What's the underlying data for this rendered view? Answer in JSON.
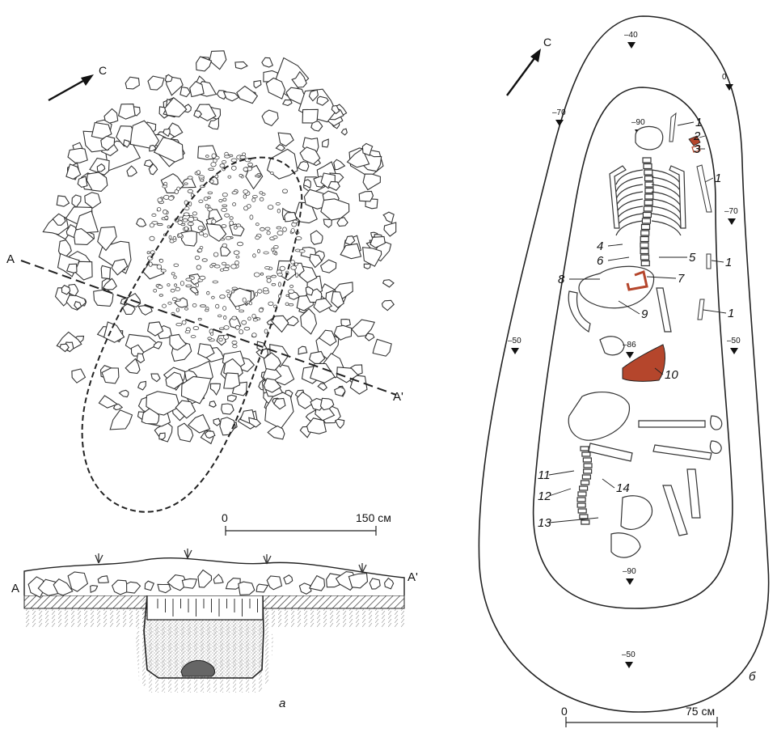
{
  "panel_a": {
    "north_label": "С",
    "section_start_label": "А",
    "section_end_label": "А'",
    "scale_zero": "0",
    "scale_max": "150 см",
    "profile_start_label": "А",
    "profile_end_label": "А'",
    "panel_letter": "а"
  },
  "panel_b": {
    "north_label": "С",
    "depth_marks": [
      "–40",
      "0",
      "–70",
      "–90",
      "–70",
      "–50",
      "–86",
      "–50",
      "–90",
      "–50"
    ],
    "callouts": [
      "1",
      "2",
      "3",
      "1",
      "4",
      "5",
      "6",
      "1",
      "7",
      "8",
      "9",
      "1",
      "10",
      "11",
      "12",
      "13",
      "14"
    ],
    "scale_zero": "0",
    "scale_max": "75 см",
    "panel_letter": "б"
  },
  "colors": {
    "ink": "#222222",
    "artifact_red": "#b5462c",
    "hatch": "#333333",
    "fill_stipple": "#bdbdbd"
  }
}
